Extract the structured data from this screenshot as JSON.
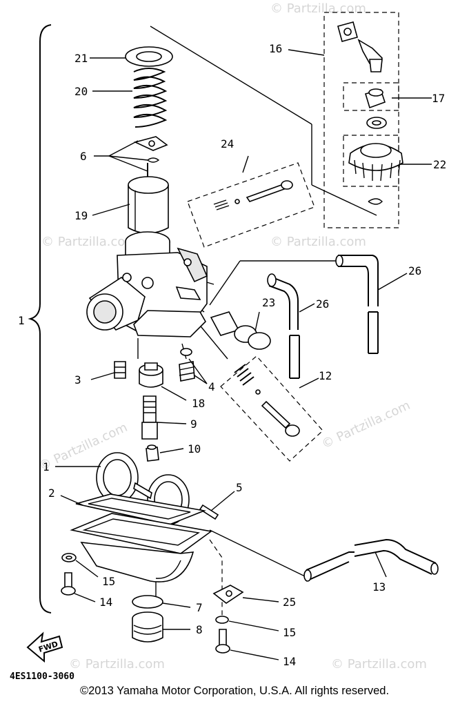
{
  "watermark": "© Partzilla.com",
  "callouts": {
    "p1": "1",
    "p2": "2",
    "p3": "3",
    "p4": "4",
    "p5": "5",
    "p6": "6",
    "p7": "7",
    "p8a": "8",
    "p9": "9",
    "p10": "10",
    "p12": "12",
    "p13": "13",
    "p14a": "14",
    "p14b": "14",
    "p15a": "15",
    "p15b": "15",
    "p16": "16",
    "p17": "17",
    "p18": "18",
    "p19": "19",
    "p20": "20",
    "p21": "21",
    "p22": "22",
    "p23": "23",
    "p24": "24",
    "p25": "25",
    "p26a": "26",
    "p26b": "26"
  },
  "fnd_label": "FWD",
  "diagram_code": "4ES1100-3060",
  "copyright": "©2013  Yamaha Motor Corporation, U.S.A. All rights reserved."
}
